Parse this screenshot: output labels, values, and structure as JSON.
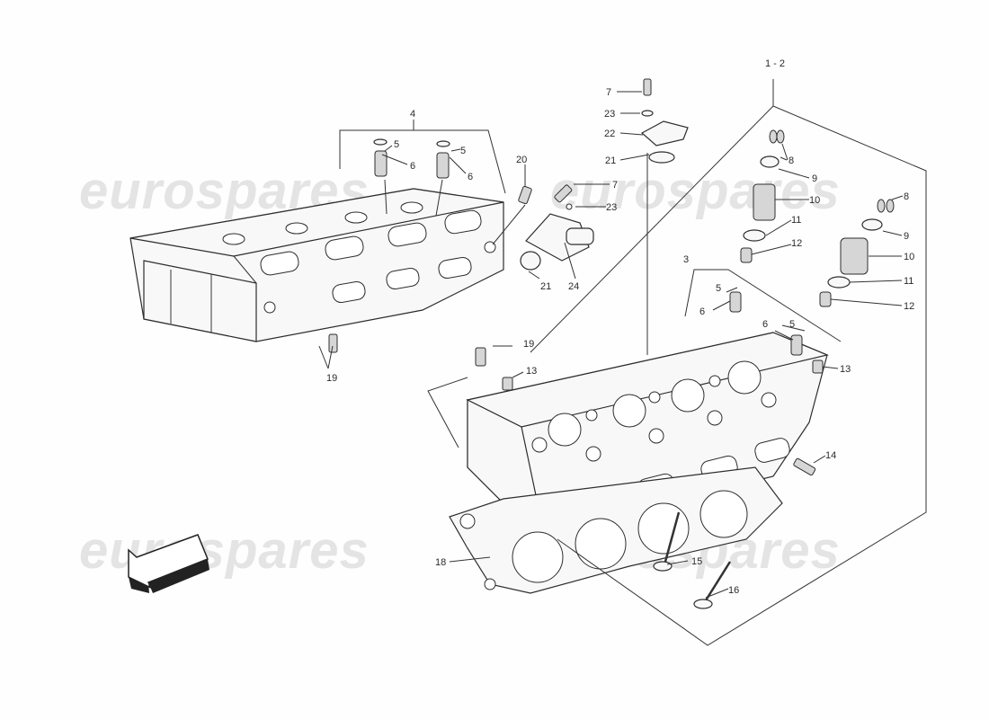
{
  "watermark": {
    "text": "eurospares"
  },
  "colors": {
    "background": "#fefefe",
    "ink": "#2d2d2d",
    "watermark": "#e4e4e4"
  },
  "labels": {
    "group_left": "4",
    "group_right": "3",
    "group_top": "1 - 2",
    "p5": "5",
    "p6": "6",
    "p7": "7",
    "p8": "8",
    "p9": "9",
    "p10": "10",
    "p11": "11",
    "p12": "12",
    "p13": "13",
    "p14": "14",
    "p15": "15",
    "p16": "16",
    "p18": "18",
    "p19": "19",
    "p20": "20",
    "p21": "21",
    "p22": "22",
    "p23": "23",
    "p24": "24"
  },
  "icons": {
    "direction_arrow": "direction-arrow-icon"
  }
}
